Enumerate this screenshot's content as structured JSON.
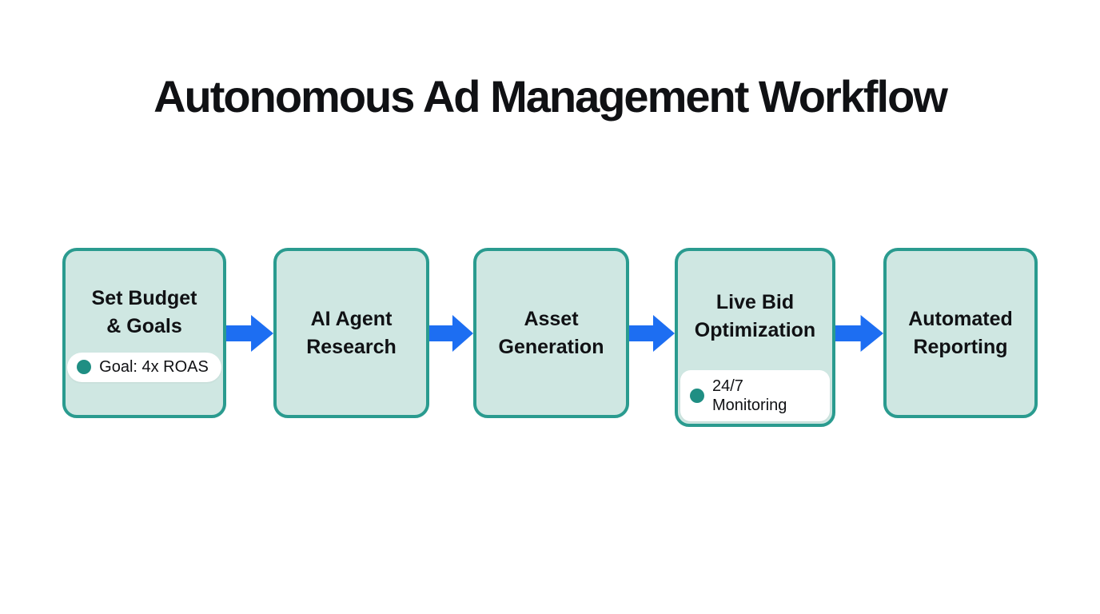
{
  "title": "Autonomous Ad Management Workflow",
  "colors": {
    "bg": "#ffffff",
    "box_fill": "#cfe7e2",
    "box_border": "#2a9b8f",
    "arrow": "#1d6ef2",
    "badge_bg": "#ffffff",
    "badge_dot": "#1f8e83",
    "text": "#101114"
  },
  "flow": {
    "steps": [
      {
        "id": "set-budget-goals",
        "lines": [
          "Set Budget",
          "& Goals"
        ],
        "badge": {
          "lines": [
            "Goal: 4x ROAS"
          ]
        }
      },
      {
        "id": "ai-agent-research",
        "lines": [
          "AI Agent",
          "Research"
        ]
      },
      {
        "id": "asset-generation",
        "lines": [
          "Asset",
          "Generation"
        ]
      },
      {
        "id": "live-bid-optimization",
        "lines": [
          "Live Bid",
          "Optimization"
        ],
        "badge": {
          "lines": [
            "24/7",
            "Monitoring"
          ]
        }
      },
      {
        "id": "automated-reporting",
        "lines": [
          "Automated",
          "Reporting"
        ]
      }
    ]
  }
}
